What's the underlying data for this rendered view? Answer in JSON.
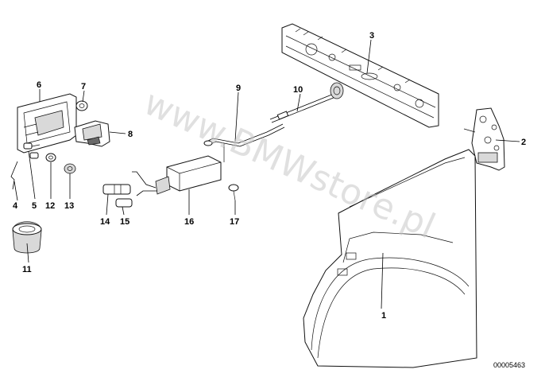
{
  "diagram": {
    "reference_code": "00005463",
    "watermark": "www.BMWstore.pl",
    "part_numbers": {
      "p1": "1",
      "p2": "2",
      "p3": "3",
      "p4": "4",
      "p5": "5",
      "p6": "6",
      "p7": "7",
      "p8": "8",
      "p9": "9",
      "p10": "10",
      "p11": "11",
      "p12": "12",
      "p13": "13",
      "p14": "14",
      "p15": "15",
      "p16": "16",
      "p17": "17"
    }
  }
}
